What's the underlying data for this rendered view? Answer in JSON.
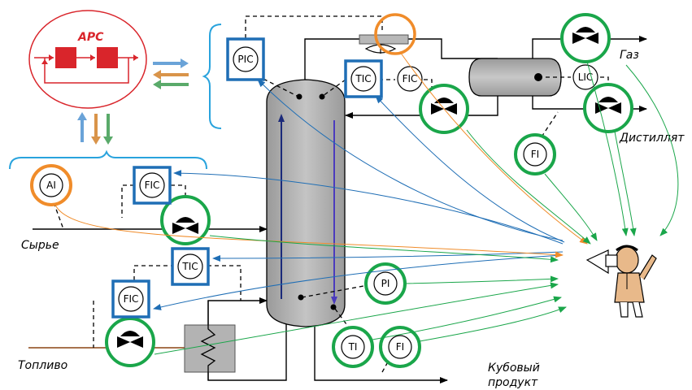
{
  "apc": {
    "label": "APC"
  },
  "streams": {
    "gas": "Газ",
    "distillate": "Дистиллят",
    "feed": "Сырье",
    "fuel": "Топливо",
    "bottoms_line1": "Кубовый",
    "bottoms_line2": "продукт"
  },
  "instruments": {
    "pic": "PIC",
    "tic_top": "TIC",
    "fic_top": "FIC",
    "lic": "LIC",
    "fi_distillate": "FI",
    "ai": "AI",
    "fic_feed": "FIC",
    "tic_bottom": "TIC",
    "fic_fuel": "FIC",
    "pi": "PI",
    "ti": "TI",
    "fi_bottoms": "FI"
  },
  "colors": {
    "controller_box": "#1f6eb5",
    "indicator_ring": "#1aa64a",
    "analyzer_ring": "#f08c2a",
    "apc_red": "#d9252b",
    "column_gray": "#b3b3b3",
    "feed_line": "#8b4513"
  }
}
